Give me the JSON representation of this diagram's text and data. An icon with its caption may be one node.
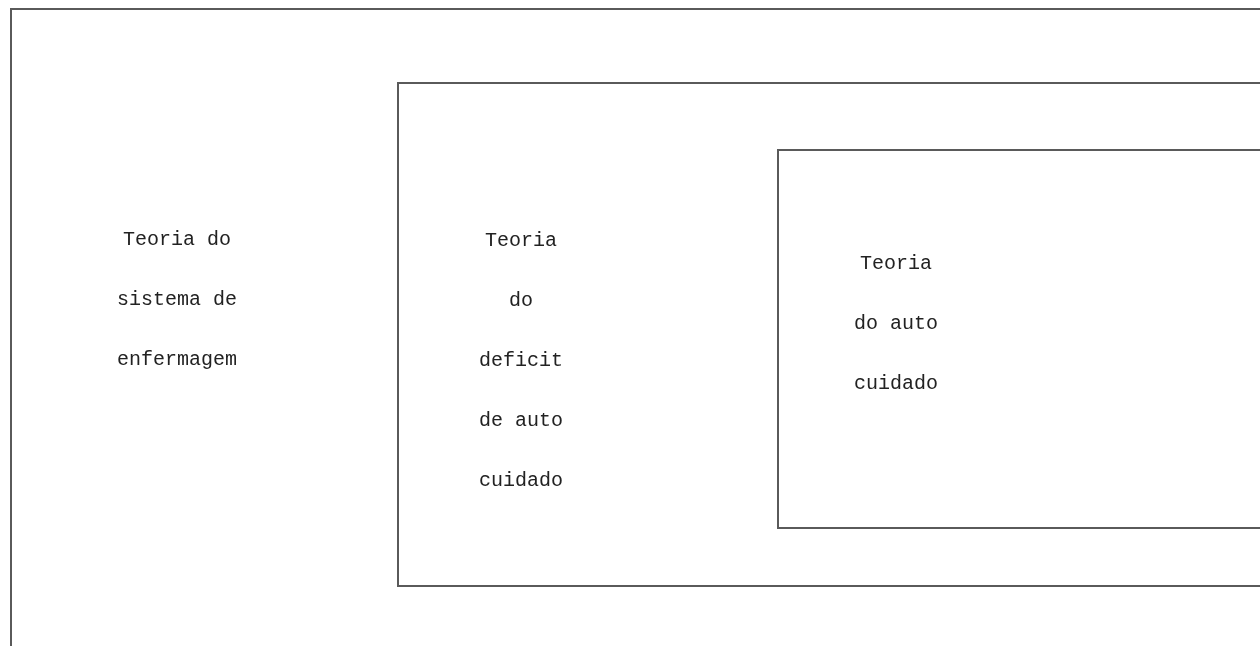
{
  "diagram": {
    "nodes": [
      {
        "text": [
          "Teoria do sistema de enfermagem"
        ]
      },
      {
        "text": [
          "Teoria do deficit de auto cuidado"
        ],
        "in": 0
      },
      {
        "text": [
          "Teoria do auto cuidado"
        ],
        "in": 1
      }
    ]
  }
}
